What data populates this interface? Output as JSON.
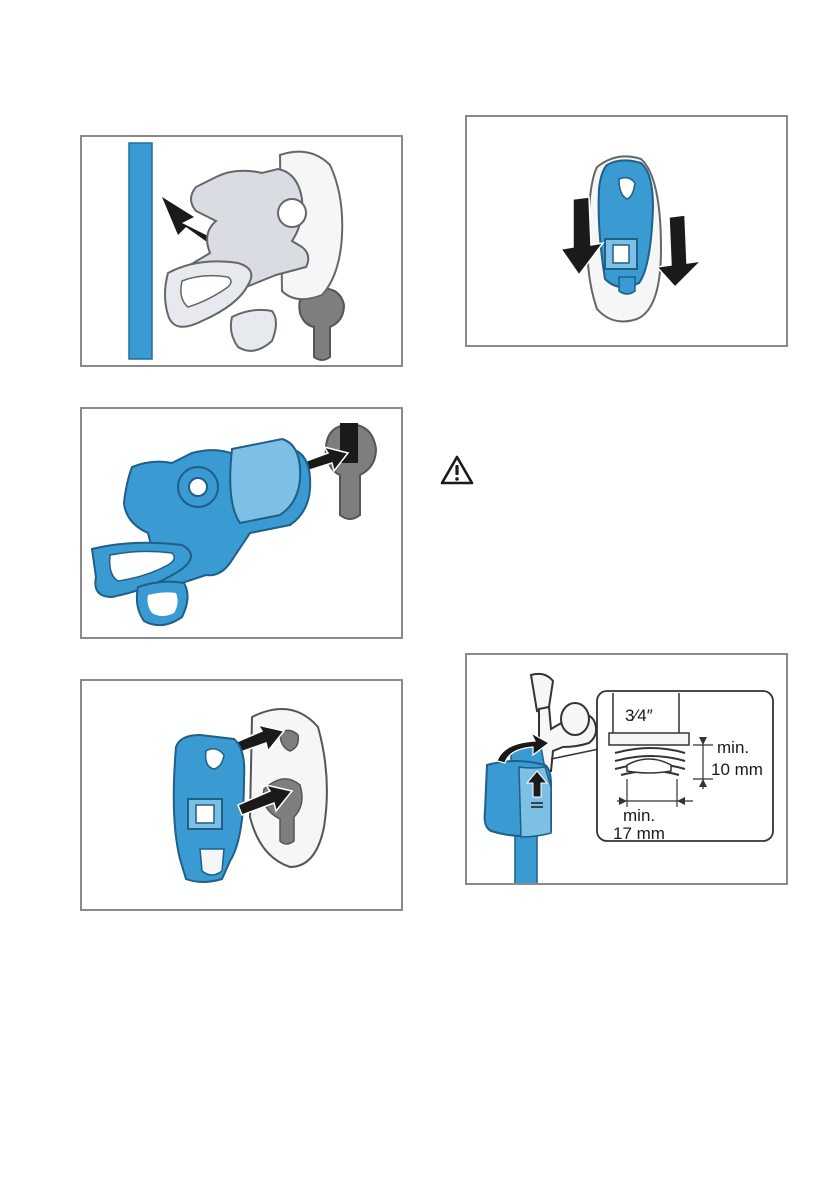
{
  "colors": {
    "accent_blue": "#3a9ad2",
    "light_blue": "#7cc0e6",
    "panel_border": "#8a8a8a",
    "grey_part": "#d9dde3",
    "dark_grey": "#808080"
  },
  "icons": {
    "warning": "warning-triangle-icon"
  },
  "connection_detail": {
    "thread_size": "3⁄4″",
    "height_line1": "min.",
    "height_line2": "10 mm",
    "width_line1": "min.",
    "width_line2": "17 mm"
  }
}
